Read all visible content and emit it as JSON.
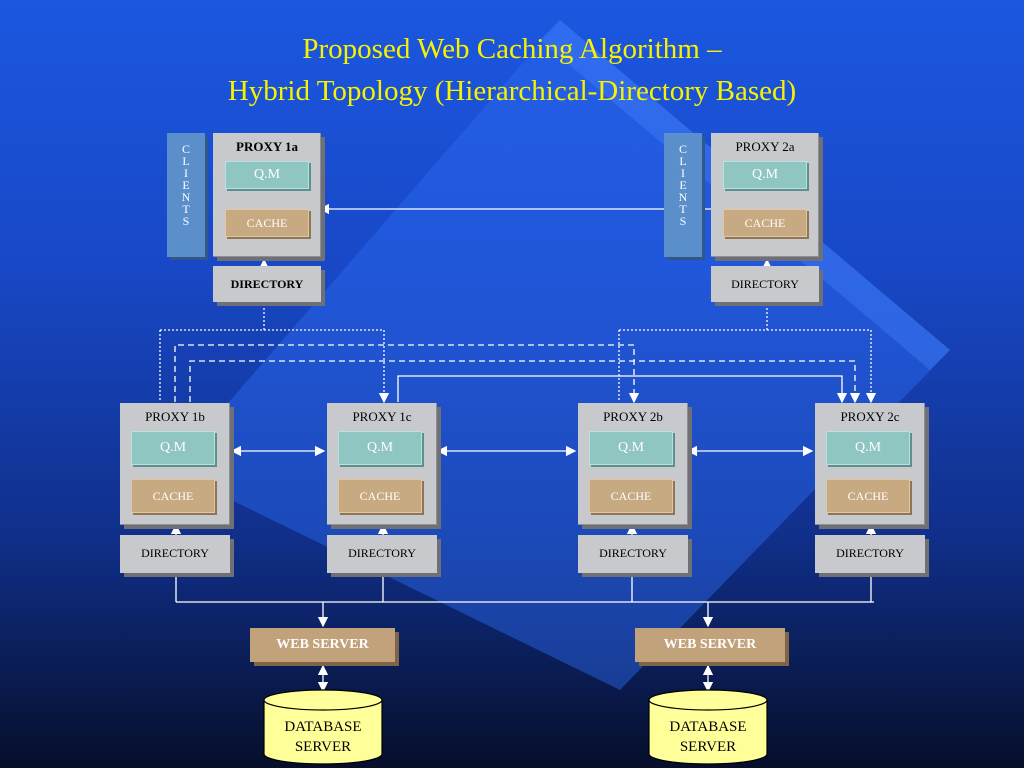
{
  "title": {
    "line1": "Proposed Web Caching Algorithm –",
    "line2": "Hybrid Topology (Hierarchical-Directory Based)"
  },
  "clients_label": "C\nL\nI\nE\nN\nT\nS",
  "proxies": {
    "p1a": {
      "label": "PROXY 1a",
      "qm": "Q.M",
      "cache": "CACHE",
      "directory": "DIRECTORY"
    },
    "p2a": {
      "label": "PROXY 2a",
      "qm": "Q.M",
      "cache": "CACHE",
      "directory": "DIRECTORY"
    },
    "p1b": {
      "label": "PROXY 1b",
      "qm": "Q.M",
      "cache": "CACHE",
      "directory": "DIRECTORY"
    },
    "p1c": {
      "label": "PROXY 1c",
      "qm": "Q.M",
      "cache": "CACHE",
      "directory": "DIRECTORY"
    },
    "p2b": {
      "label": "PROXY 2b",
      "qm": "Q.M",
      "cache": "CACHE",
      "directory": "DIRECTORY"
    },
    "p2c": {
      "label": "PROXY 2c",
      "qm": "Q.M",
      "cache": "CACHE",
      "directory": "DIRECTORY"
    }
  },
  "web_servers": [
    "WEB SERVER",
    "WEB SERVER"
  ],
  "database_servers": [
    "DATABASE\nSERVER",
    "DATABASE\nSERVER"
  ],
  "colors": {
    "title": "#f8f200",
    "background_top": "#1b57e0",
    "background_bottom": "#060e2a",
    "qm": "#8fc6c2",
    "cache": "#c7aa82",
    "proxy_box": "#c7c9cc",
    "database": "#ffff99"
  }
}
